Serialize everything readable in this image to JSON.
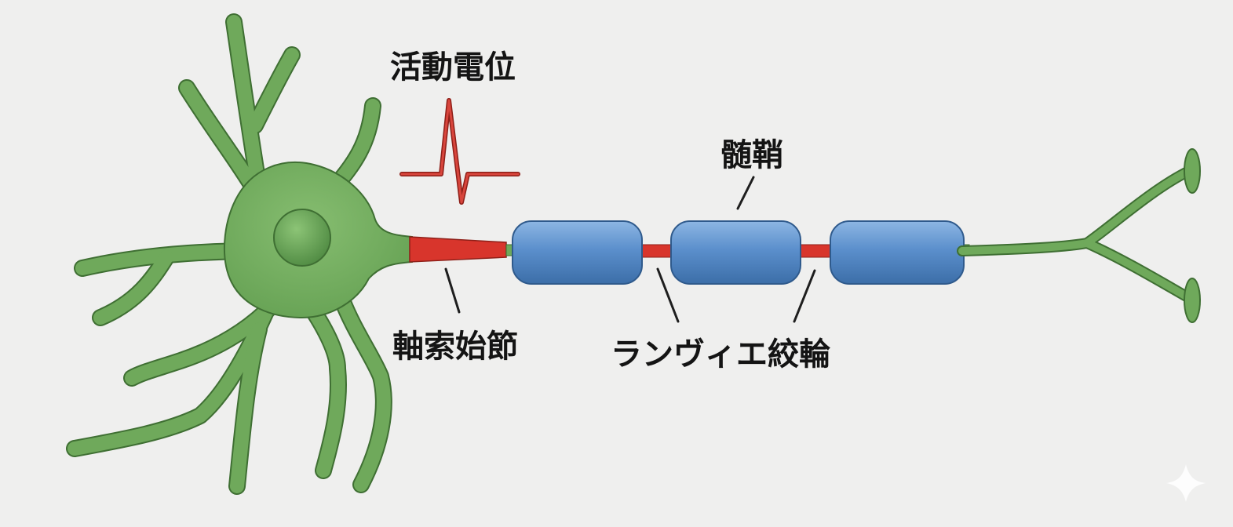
{
  "labels": {
    "action_potential": "活動電位",
    "myelin_sheath": "髄鞘",
    "axon_initial_segment": "軸索始節",
    "node_of_ranvier": "ランヴィエ絞輪"
  },
  "colors": {
    "background": "#efefee",
    "neuron_body": "#6fa95b",
    "neuron_outline": "#3f6f33",
    "nucleus": "#58924a",
    "myelin": "#5b8fcc",
    "myelin_outline": "#2f5a8c",
    "axon_initial_segment": "#d8352c",
    "action_potential_trace": "#c8352e",
    "leader_line": "#1e1e1e"
  },
  "icons": {
    "watermark": "sparkle-icon"
  }
}
